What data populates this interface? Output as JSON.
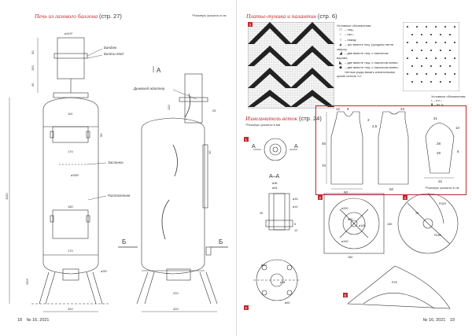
{
  "left_page": {
    "heading": "Печь из газового баллона",
    "page_ref": "(стр. 27)",
    "note": "*Размеры указаны в см",
    "labels": {
      "bandage": "Бандаж",
      "bolts": "Болты М10",
      "chimney_adapter": "Дымоход-адаптер",
      "flap": "Заслонка",
      "firebox": "Растопочная",
      "section_a": "А",
      "section_b": "Б"
    },
    "dims": [
      "50",
      "ø110*",
      "45",
      "150",
      "110",
      "90",
      "170",
      "ø300*",
      "1100",
      "180",
      "170",
      "250*",
      "ø30*",
      "420",
      "120",
      "25",
      "220",
      "420",
      "10"
    ]
  },
  "right_top": {
    "heading": "Платье-туника и палантин",
    "page_ref": "(стр. 6)",
    "legend_title": "Условные обозначения:",
    "legend": [
      {
        "mark": "□",
        "text": "– лиц.;"
      },
      {
        "mark": "−",
        "text": "– изн.;"
      },
      {
        "mark": "○",
        "text": "– накид;"
      },
      {
        "mark": "▲",
        "text": "– три вместе лиц. (средняя петля сверху;"
      },
      {
        "mark": "◢",
        "text": "– две вместе лиц. с наклоном вправо;"
      },
      {
        "mark": "◣",
        "text": "– две вместе лиц. с наклоном влево;"
      },
      {
        "mark": "◆",
        "text": "– две вместе лиц. с наклоном влево;"
      },
      {
        "mark": "",
        "text": "Четные ряды вязать изнаночными кроме петель «•»"
      }
    ],
    "legend2_title": "Условные обозначения:",
    "legend2": [
      "• – л.п.;",
      "▮ – из. п."
    ],
    "pattern_dims": [
      "12",
      "9",
      "46",
      "43",
      "3",
      "3,5",
      "31",
      "70",
      "50",
      "50",
      "28",
      "28",
      "22",
      "5",
      "10"
    ],
    "note": "*Размеры указаны в см"
  },
  "right_bottom": {
    "heading": "Измельчитель веток",
    "page_ref": "(стр. 24)",
    "note": "*Размеры указаны в мм",
    "section_label": "А–А",
    "badges": [
      "1",
      "2",
      "3",
      "4",
      "5"
    ],
    "dims": [
      "ø36",
      "ø44",
      "ø16",
      "ø14",
      "6",
      "45",
      "12",
      "ø200",
      "ø190",
      "ø185",
      "ø50",
      "180",
      "185",
      "R320",
      "R180",
      "38",
      "R20",
      "ø10",
      "ø34",
      "ø60"
    ]
  },
  "footer": {
    "left_page_num": "18",
    "left_issue": "№ 16, 2021",
    "right_issue": "№ 16, 2021",
    "right_page_num": "19"
  }
}
